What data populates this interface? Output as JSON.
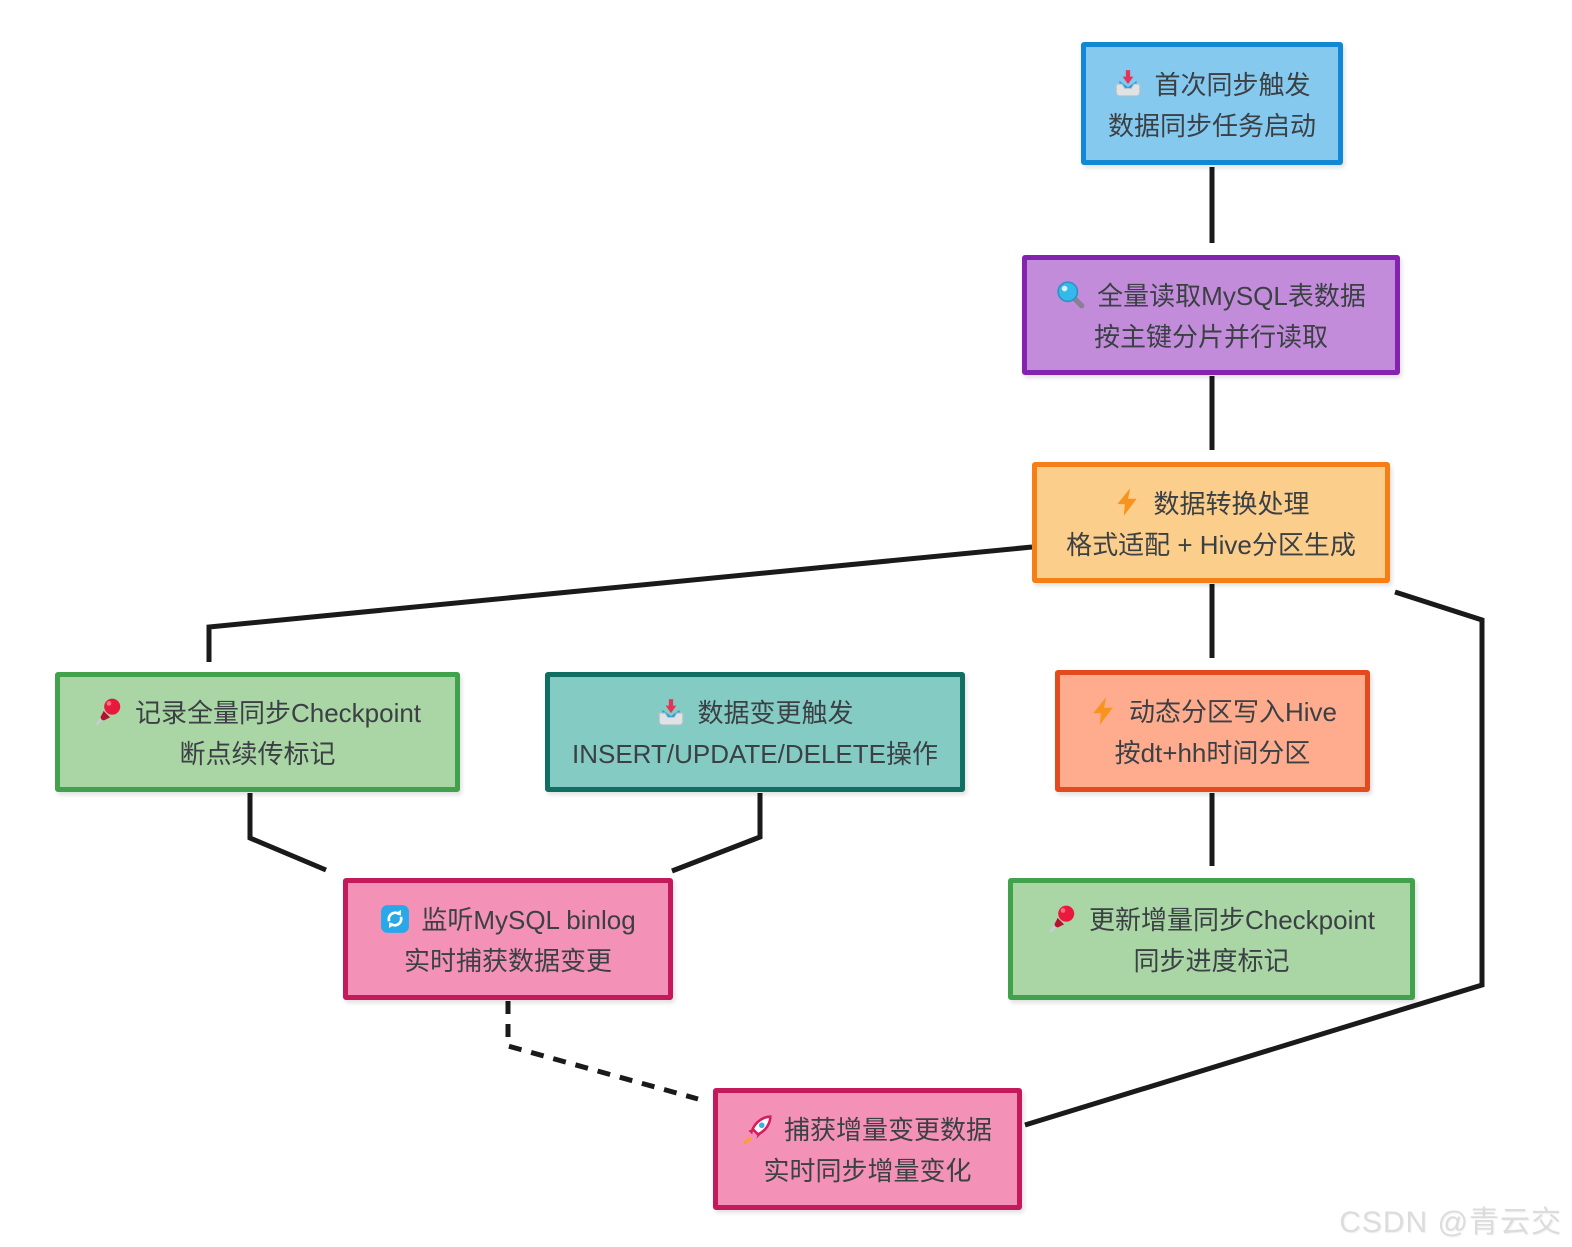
{
  "diagram": {
    "connector_color": "#1a1a1a",
    "arrowhead_color": "#3d3d3d",
    "nodes": {
      "start": {
        "icon": "inbox-tray",
        "line1": "首次同步触发",
        "line2": "数据同步任务启动",
        "fill": "#85c9ef",
        "border": "#1287d3"
      },
      "full_read": {
        "icon": "magnifier",
        "line1": "全量读取MySQL表数据",
        "line2": "按主键分片并行读取",
        "fill": "#c38cda",
        "border": "#8424ae"
      },
      "transform": {
        "icon": "lightning",
        "line1": "数据转换处理",
        "line2": "格式适配 + Hive分区生成",
        "fill": "#fcce8c",
        "border": "#f57e16"
      },
      "full_checkpoint": {
        "icon": "pushpin",
        "line1": "记录全量同步Checkpoint",
        "line2": "断点续传标记",
        "fill": "#aad5a5",
        "border": "#41a14c"
      },
      "change_trigger": {
        "icon": "inbox-tray",
        "line1": "数据变更触发",
        "line2": "INSERT/UPDATE/DELETE操作",
        "fill": "#84ccc3",
        "border": "#106e63"
      },
      "hive_write": {
        "icon": "lightning",
        "line1": "动态分区写入Hive",
        "line2": "按dt+hh时间分区",
        "fill": "#ffab8d",
        "border": "#e34a1e"
      },
      "binlog_listen": {
        "icon": "refresh",
        "line1": "监听MySQL binlog",
        "line2": "实时捕获数据变更",
        "fill": "#f392b6",
        "border": "#c41a5c"
      },
      "incr_checkpoint": {
        "icon": "pushpin",
        "line1": "更新增量同步Checkpoint",
        "line2": "同步进度标记",
        "fill": "#aad5a5",
        "border": "#41a14c"
      },
      "incr_capture": {
        "icon": "rocket",
        "line1": "捕获增量变更数据",
        "line2": "实时同步增量变化",
        "fill": "#f392b6",
        "border": "#c41a5c"
      }
    },
    "edges": [
      {
        "from": "start",
        "to": "full_read",
        "style": "solid"
      },
      {
        "from": "full_read",
        "to": "transform",
        "style": "solid"
      },
      {
        "from": "transform",
        "to": "full_checkpoint",
        "style": "solid"
      },
      {
        "from": "transform",
        "to": "hive_write",
        "style": "solid"
      },
      {
        "from": "full_checkpoint",
        "to": "binlog_listen",
        "style": "solid"
      },
      {
        "from": "change_trigger",
        "to": "binlog_listen",
        "style": "solid"
      },
      {
        "from": "hive_write",
        "to": "incr_checkpoint",
        "style": "solid"
      },
      {
        "from": "binlog_listen",
        "to": "incr_capture",
        "style": "dashed"
      },
      {
        "from": "incr_capture",
        "to": "transform",
        "style": "solid"
      }
    ]
  },
  "watermark": "CSDN @青云交"
}
